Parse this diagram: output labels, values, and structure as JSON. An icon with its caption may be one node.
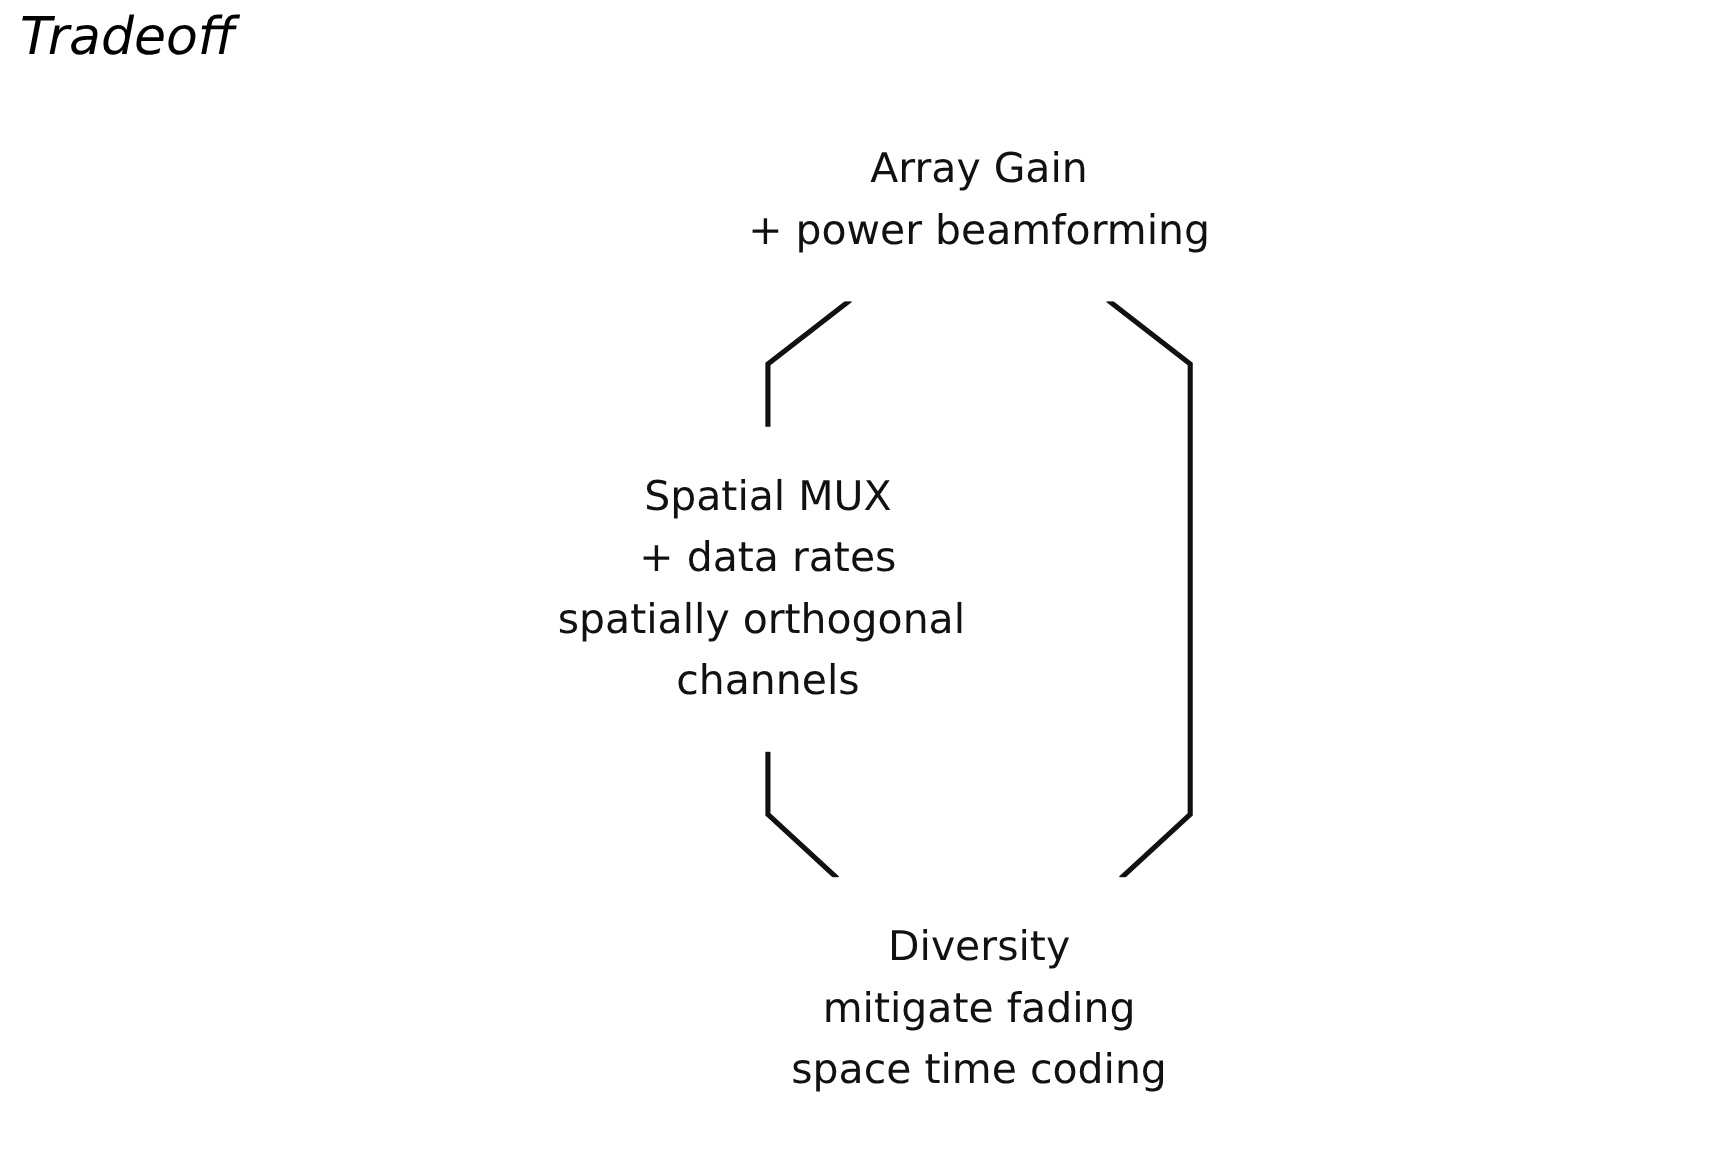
{
  "diagram": {
    "nodes": [
      {
        "text": [
          "Array Gain",
          "+ power beamforming"
        ]
      },
      {
        "text": [
          "Spatial MUX",
          "+ data rates",
          "spatially orthogonal channels"
        ]
      },
      {
        "text": [
          "Diversity",
          "mitigate fading",
          "space time coding"
        ]
      }
    ],
    "edges": [
      {
        "from": 0,
        "to": 1,
        "arrow": "none"
      },
      {
        "from": 1,
        "to": 2,
        "arrow": "none"
      },
      {
        "from": 2,
        "to": 0,
        "arrow": "none"
      }
    ],
    "labels": [
      "Tradeoff"
    ]
  }
}
